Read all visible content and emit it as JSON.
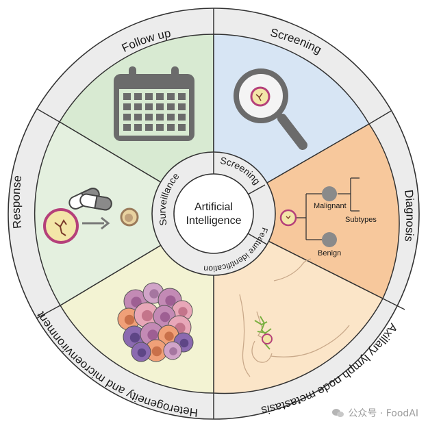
{
  "center": {
    "line1": "Artificial",
    "line2": "Intelligence"
  },
  "inner_ring": {
    "screening": "Screening",
    "feature_identification": "Feature identification",
    "surveillance": "Surveillance"
  },
  "outer_ring": {
    "follow_up": "Follow up",
    "screening": "Screening",
    "diagnosis": "Diagnosis",
    "axillary": "Axillary lymph node metastasis",
    "heterogeneity": "Heterogeneity and microenvironment",
    "response": "Response"
  },
  "diagnosis_tree": {
    "malignant": "Malignant",
    "subtypes": "Subtypes",
    "benign": "Benign"
  },
  "watermark": "公众号 · FoodAI",
  "colors": {
    "follow_up": "#d8ead2",
    "screening": "#d7e5f4",
    "diagnosis": "#f7c89c",
    "axillary": "#fbe5c8",
    "heterogeneity": "#f3f3d3",
    "response": "#e4f0df",
    "outer_ring": "#ececec",
    "stroke": "#333333"
  }
}
